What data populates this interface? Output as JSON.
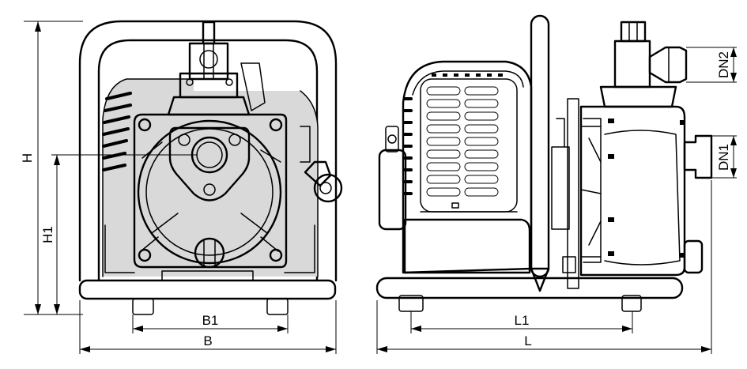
{
  "dimensions": {
    "H": "H",
    "H1": "H1",
    "B": "B",
    "B1": "B1",
    "L": "L",
    "L1": "L1",
    "DN1": "DN1",
    "DN2": "DN2"
  }
}
